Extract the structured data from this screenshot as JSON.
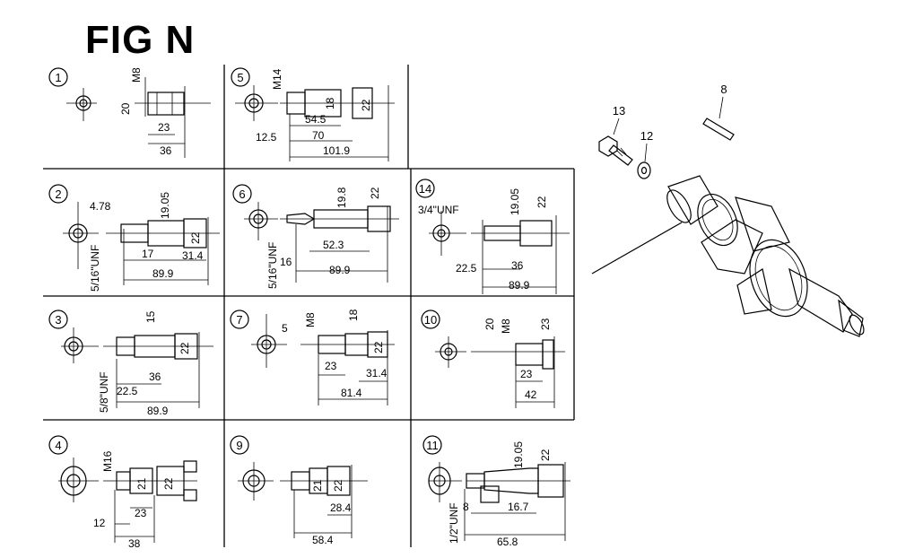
{
  "figure": {
    "title": "FIG N"
  },
  "panels": [
    {
      "number": "1",
      "dims": [
        "M8",
        "20",
        "23",
        "36"
      ]
    },
    {
      "number": "2",
      "dims": [
        "4.78",
        "19.05",
        "5/16\"UNF",
        "17",
        "22",
        "31.4",
        "89.9"
      ]
    },
    {
      "number": "3",
      "dims": [
        "15",
        "5/8\"UNF",
        "36",
        "22",
        "22.5",
        "89.9"
      ]
    },
    {
      "number": "4",
      "dims": [
        "M16",
        "21",
        "22",
        "23",
        "12",
        "38"
      ]
    },
    {
      "number": "5",
      "dims": [
        "M14",
        "18",
        "22",
        "54.5",
        "12.5",
        "70",
        "101.9"
      ]
    },
    {
      "number": "6",
      "dims": [
        "19.8",
        "22",
        "5/16\"UNF",
        "52.3",
        "16",
        "89.9"
      ]
    },
    {
      "number": "7",
      "dims": [
        "5",
        "M8",
        "18",
        "22",
        "23",
        "31.4",
        "81.4"
      ]
    },
    {
      "number": "9",
      "dims": [
        "21",
        "22",
        "28.4",
        "58.4"
      ]
    },
    {
      "number": "14",
      "dims": [
        "3/4\"UNF",
        "19.05",
        "22",
        "22.5",
        "36",
        "89.9"
      ]
    },
    {
      "number": "10",
      "dims": [
        "20",
        "M8",
        "23",
        "23",
        "42"
      ]
    },
    {
      "number": "11",
      "dims": [
        "19.05",
        "22",
        "1/2\"UNF",
        "8",
        "16.7",
        "65.8"
      ]
    }
  ],
  "callouts": [
    "13",
    "12",
    "8"
  ]
}
